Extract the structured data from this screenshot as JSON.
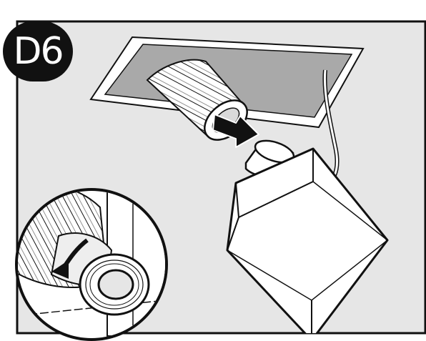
{
  "step": {
    "label": "D6"
  },
  "colors": {
    "panel_fill": "#e6e6e6",
    "panel_border": "#111111",
    "ceiling_cavity": "#a9a9a9",
    "line_art": "#111111",
    "paper": "#ffffff",
    "arrow_fill": "#111111"
  },
  "icons": {
    "step_badge": "black-rounded-badge",
    "direction_arrow": "bold-arrow",
    "tape_roll": "adhesive-tape-roll-icon",
    "wrap_arrow": "curved-arrow"
  }
}
